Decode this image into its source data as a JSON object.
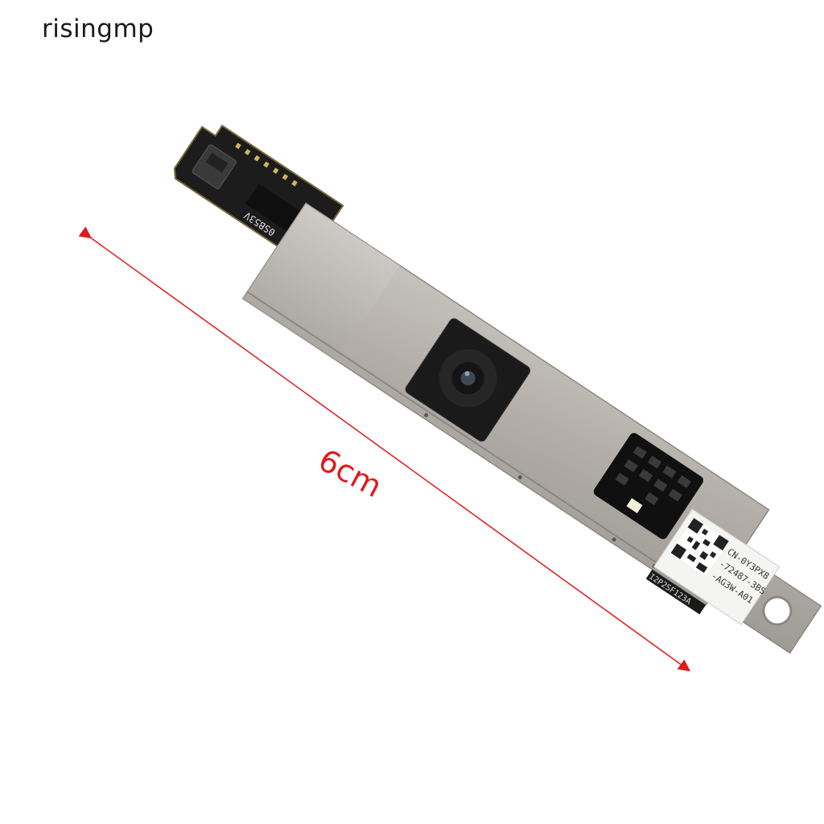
{
  "watermark": "risingmp",
  "dimension": {
    "label": "6cm",
    "color": "#e0191b"
  },
  "module_label": {
    "lines": [
      "CN-0Y3PX8",
      "-72487-3BS",
      "-AG3W-A01"
    ]
  },
  "pcb_silkscreen": {
    "top": "0SB53V",
    "bottom": "I2P2SF123A"
  }
}
